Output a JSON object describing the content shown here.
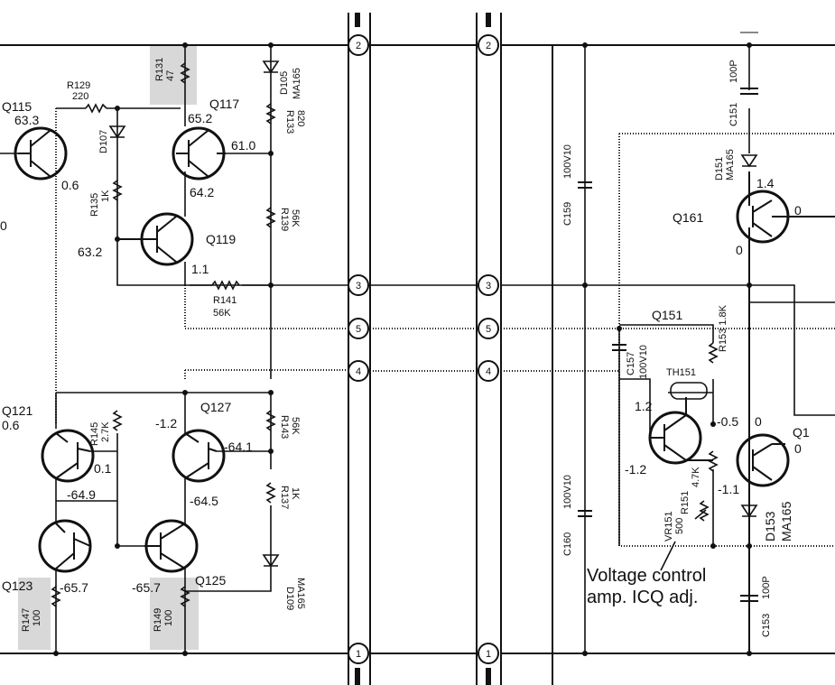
{
  "transistors": [
    {
      "id": "q115",
      "label": "Q115",
      "voltage": "63.3",
      "emitter": "0.6"
    },
    {
      "id": "q117",
      "label": "Q117",
      "voltage": "65.2",
      "collector": "61.0",
      "emitter": "64.2"
    },
    {
      "id": "q119",
      "label": "Q119",
      "voltage": "63.2",
      "emitter": "1.1"
    },
    {
      "id": "q121",
      "label": "Q121",
      "voltage": "0.6",
      "emitter": "0.1"
    },
    {
      "id": "q127",
      "label": "Q127",
      "voltage": "-1.2",
      "collector": "-64.1",
      "emitter": "-64.5"
    },
    {
      "id": "q123",
      "label": "Q123",
      "voltage": "-65.7"
    },
    {
      "id": "q125",
      "label": "Q125",
      "voltage": "-65.7"
    },
    {
      "id": "q161",
      "label": "Q161",
      "voltage": "1.4",
      "emitter": "0"
    },
    {
      "id": "q151",
      "label": "Q151",
      "base": "1.2",
      "emitter": "-1.2",
      "collector": "-0.5"
    },
    {
      "id": "q1xx",
      "label": "Q1"
    }
  ],
  "misc_voltages": {
    "v649": "-64.9",
    "v11": "-1.1",
    "v0a": "0",
    "v0b": "0",
    "v0c": "0",
    "v0d": "0"
  },
  "resistors": [
    {
      "id": "r129",
      "label": "R129",
      "value": "220"
    },
    {
      "id": "r131",
      "label": "R131",
      "value": "47"
    },
    {
      "id": "r133",
      "label": "R133",
      "value": "820"
    },
    {
      "id": "r135",
      "label": "R135",
      "value": "1K"
    },
    {
      "id": "r139",
      "label": "R139",
      "value": "56K"
    },
    {
      "id": "r141",
      "label": "R141",
      "value": "56K"
    },
    {
      "id": "r145",
      "label": "R145",
      "value": "2.7K"
    },
    {
      "id": "r143",
      "label": "R143",
      "value": "56K"
    },
    {
      "id": "r137",
      "label": "R137",
      "value": "1K"
    },
    {
      "id": "r147",
      "label": "R147",
      "value": "100"
    },
    {
      "id": "r149",
      "label": "R149",
      "value": "100"
    },
    {
      "id": "r153",
      "label": "R153",
      "value": "1.8K"
    },
    {
      "id": "r151",
      "label": "R151",
      "value": "4.7K"
    }
  ],
  "diodes": [
    {
      "id": "d105",
      "label": "D105",
      "part": "MA165"
    },
    {
      "id": "d107",
      "label": "D107"
    },
    {
      "id": "d109",
      "label": "D109",
      "part": "MA165"
    },
    {
      "id": "d151",
      "label": "D151",
      "part": "MA165"
    },
    {
      "id": "d153",
      "label": "D153",
      "part": "MA165"
    }
  ],
  "capacitors": [
    {
      "id": "c151",
      "label": "C151",
      "value": "100P"
    },
    {
      "id": "c159",
      "label": "C159",
      "value": "100V10"
    },
    {
      "id": "c157",
      "label": "C157",
      "value": "100V10"
    },
    {
      "id": "c160",
      "label": "C160",
      "value": "100V10"
    },
    {
      "id": "c153",
      "label": "C153",
      "value": "100P"
    }
  ],
  "others": {
    "th151": "TH151",
    "vr151": "VR151",
    "vr151_value": "500"
  },
  "connectors": {
    "n1": "1",
    "n2": "2",
    "n3": "3",
    "n4": "4",
    "n5": "5"
  },
  "note": {
    "line1": "Voltage control",
    "line2": "amp. ICQ adj."
  }
}
